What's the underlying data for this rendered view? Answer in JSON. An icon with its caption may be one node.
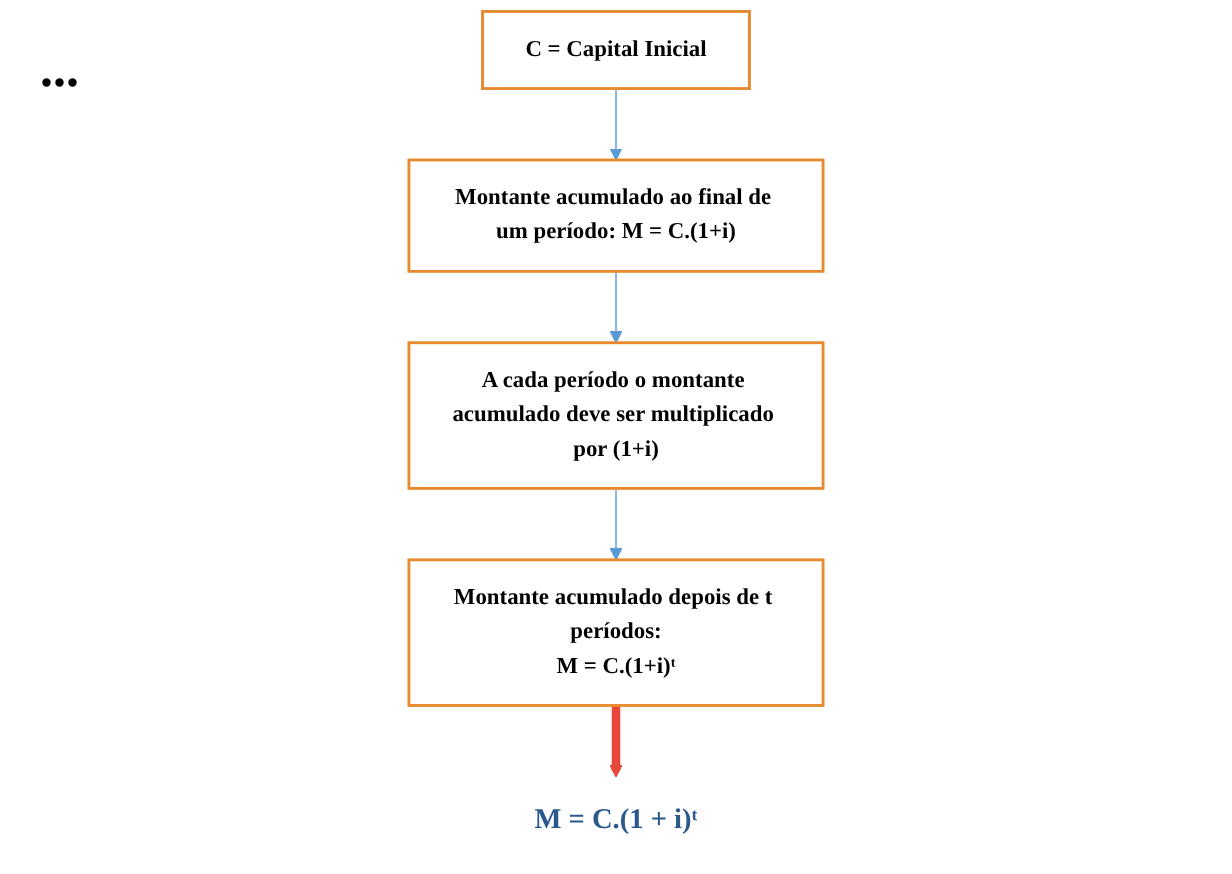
{
  "diagram": {
    "nodes": [
      {
        "text": [
          "C = Capital Inicial"
        ]
      },
      {
        "text": [
          "Montante acumulado ao final de um período: M = C.(1+i)"
        ]
      },
      {
        "text": [
          "A cada período o montante acumulado deve ser multiplicado por (1+i)"
        ]
      },
      {
        "text": [
          "Montante acumulado depois de t períodos:",
          "M = C.(1+i)ᵗ"
        ]
      },
      {
        "text": [
          "M = C.(1 + i)ᵗ"
        ]
      }
    ],
    "edges": [
      {
        "from": 0,
        "to": 1,
        "arrow": "to"
      },
      {
        "from": 1,
        "to": 2,
        "arrow": "to"
      },
      {
        "from": 2,
        "to": 3,
        "arrow": "to"
      },
      {
        "from": 3,
        "to": 4,
        "arrow": "to",
        "style": "thick",
        "color": "#e8473c"
      }
    ],
    "labels": [
      "..."
    ]
  }
}
